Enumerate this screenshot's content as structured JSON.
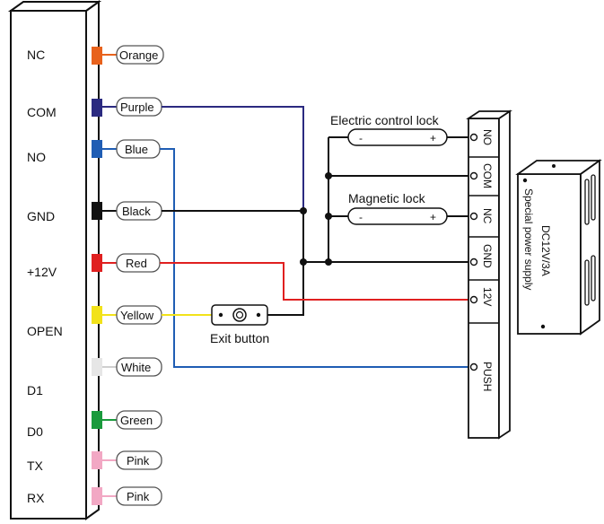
{
  "reader": {
    "pins": [
      {
        "label": "NC",
        "wire": "Orange",
        "color": "#e8621c"
      },
      {
        "label": "COM",
        "wire": "Purple",
        "color": "#2b2a80"
      },
      {
        "label": "NO",
        "wire": "Blue",
        "color": "#1f5db4"
      },
      {
        "label": "GND",
        "wire": "Black",
        "color": "#111111"
      },
      {
        "label": "+12V",
        "wire": "Red",
        "color": "#e02020"
      },
      {
        "label": "OPEN",
        "wire": "Yellow",
        "color": "#f2e21a"
      },
      {
        "label": "D1",
        "wire": "White",
        "color": "#e6e6e6"
      },
      {
        "label": "D0",
        "wire": "Green",
        "color": "#1a9a3c"
      },
      {
        "label": "TX",
        "wire": "Pink",
        "color": "#f2a8c4"
      },
      {
        "label": "RX",
        "wire": "Pink",
        "color": "#f2a8c4"
      }
    ]
  },
  "terminal_block": {
    "labels": [
      "NO",
      "COM",
      "NC",
      "GND",
      "12V",
      "PUSH"
    ]
  },
  "locks": {
    "electric_label": "Electric control lock",
    "magnetic_label": "Magnetic lock",
    "minus": "-",
    "plus": "+"
  },
  "exit_button": {
    "label": "Exit button"
  },
  "power_supply": {
    "label": "Special power supply",
    "rating": "DC12V/3A"
  }
}
